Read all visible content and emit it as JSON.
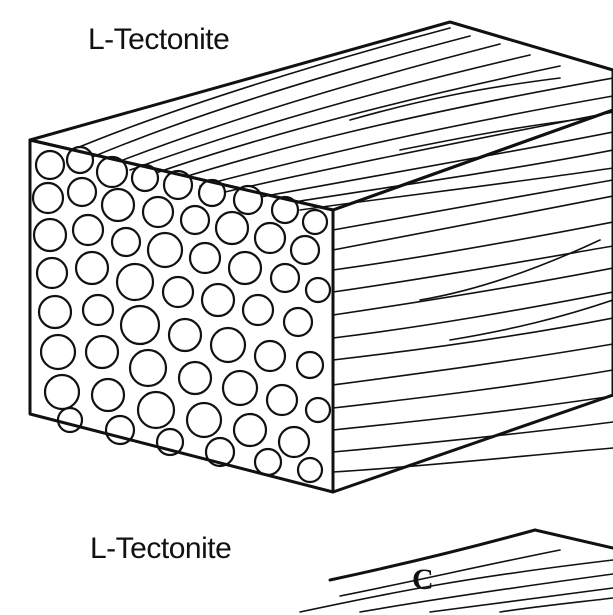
{
  "labels": {
    "top": "L-Tectonite",
    "bottom": "L-Tectonite",
    "letter": "C"
  },
  "colors": {
    "ink": "#111111",
    "paper": "#ffffff"
  }
}
